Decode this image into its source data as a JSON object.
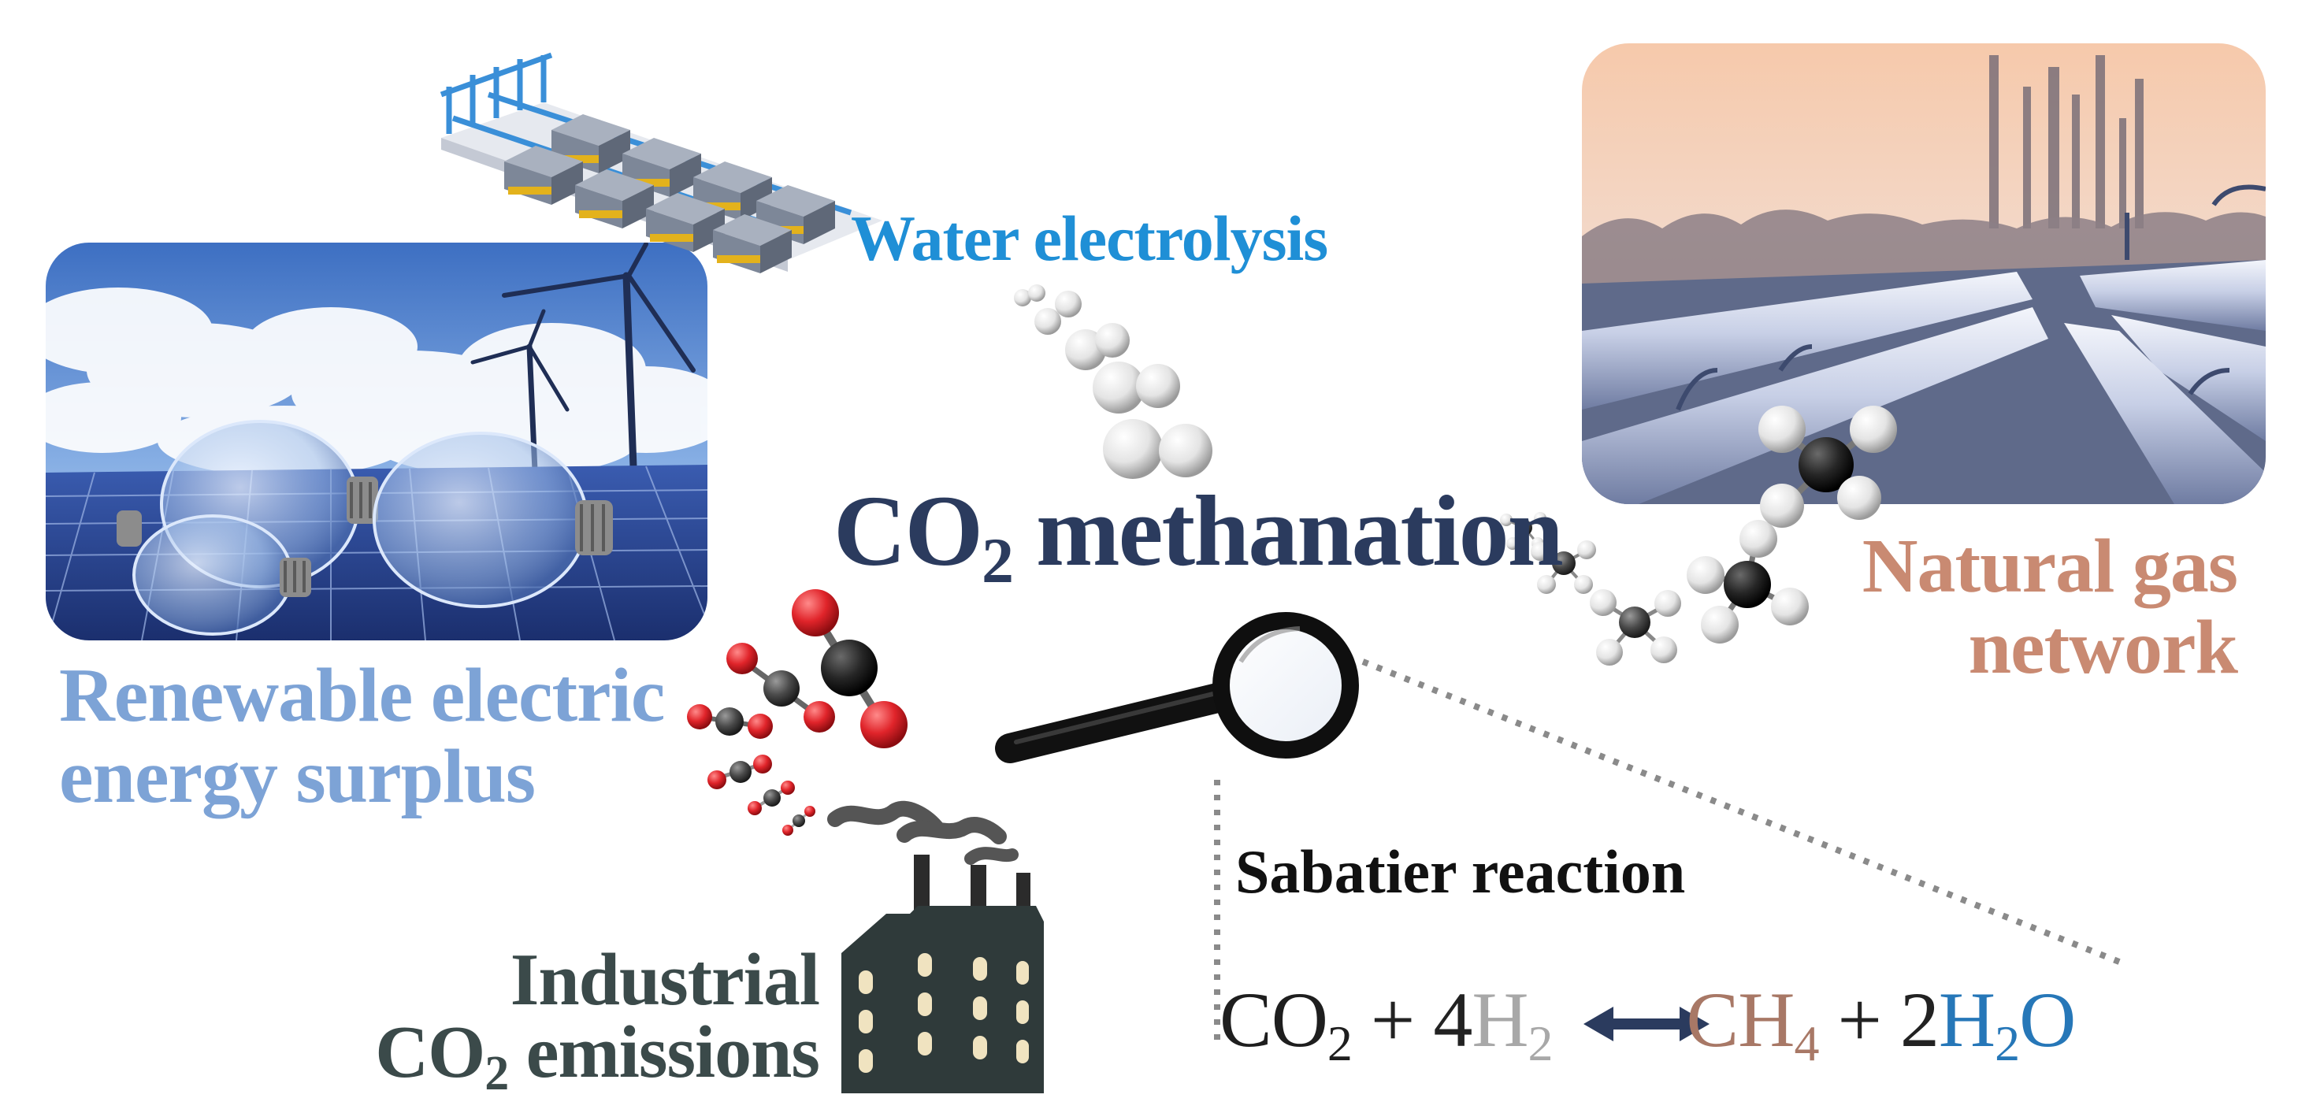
{
  "labels": {
    "water_electrolysis": "Water electrolysis",
    "co2_methanation_prefix": "CO",
    "co2_methanation_sub": "2",
    "co2_methanation_suffix": " methanation",
    "renewable_line1": "Renewable electric",
    "renewable_line2": "energy surplus",
    "natural_gas_line1": "Natural gas",
    "natural_gas_line2": "network",
    "industrial_line1": "Industrial",
    "industrial_line2_prefix": "CO",
    "industrial_line2_sub": "2",
    "industrial_line2_suffix": " emissions",
    "sabatier": "Sabatier reaction"
  },
  "equation": {
    "reactant1": "CO",
    "reactant1_sub": "2",
    "plus1": " + ",
    "reactant2_coef": "4",
    "reactant2": "H",
    "reactant2_sub": "2",
    "product1": "CH",
    "product1_sub": "4",
    "plus2": " + ",
    "product2_coef": "2",
    "product2_h": "H",
    "product2_sub": "2",
    "product2_o": "O"
  },
  "colors": {
    "water_blue": "#1f8fd6",
    "methanation_navy": "#2b3b5e",
    "renewable_blue": "#7da3d6",
    "natural_gas_salmon": "#c98a72",
    "industrial_slate": "#3b4a4a",
    "arrow_navy": "#2b3b5e",
    "oxygen_red": "#e0242a",
    "carbon_gray": "#4a4a4a",
    "hydrogen_white": "#f2f2f2"
  },
  "icons": [
    "electrolyzer-plant-icon",
    "renewable-energy-photo",
    "gas-pipeline-photo",
    "hydrogen-molecule-icon",
    "co2-molecule-icon",
    "methane-molecule-icon",
    "magnifying-glass-icon",
    "factory-icon",
    "double-arrow-icon"
  ]
}
